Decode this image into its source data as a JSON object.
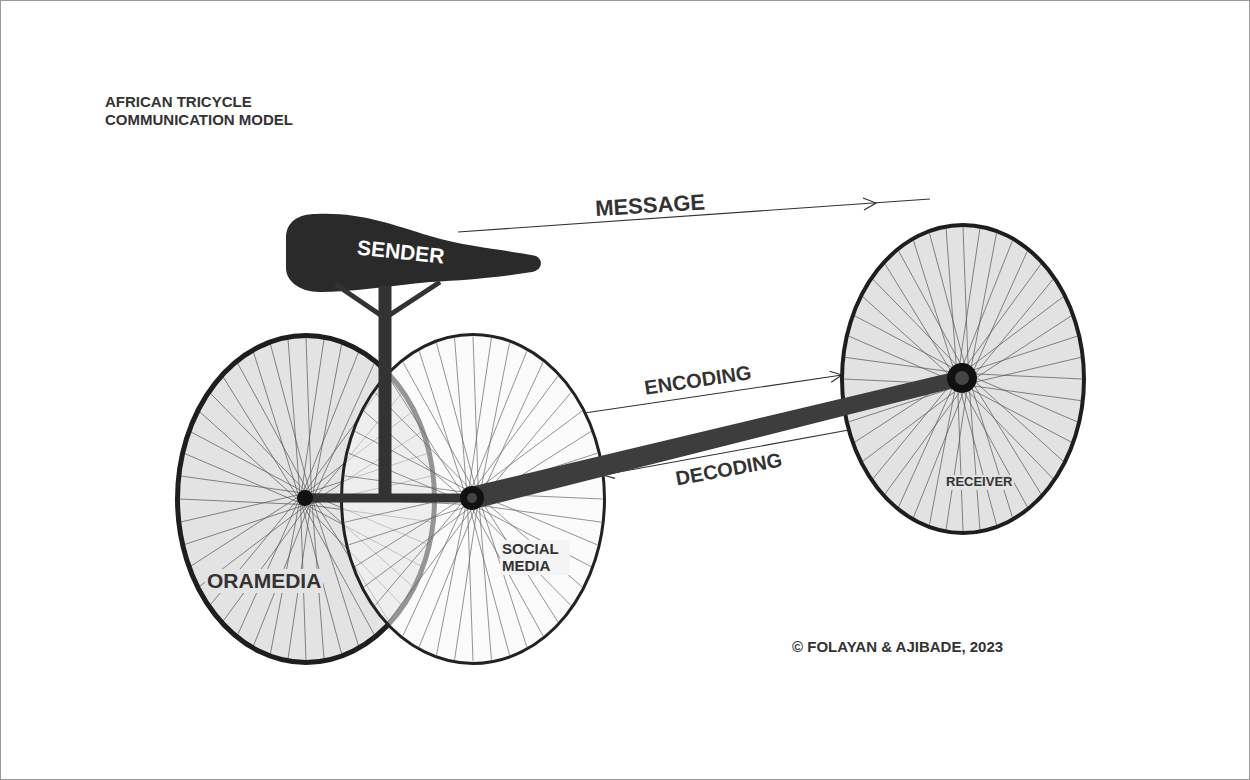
{
  "diagram": {
    "title": "AFRICAN TRICYCLE COMMUNICATION MODEL",
    "caption": "© FOLAYAN & AJIBADE, 2023",
    "nodes": [
      {
        "text": [
          "SENDER"
        ]
      },
      {
        "text": [
          "ORAMEDIA"
        ]
      },
      {
        "text": [
          "SOCIAL MEDIA"
        ]
      },
      {
        "text": [
          "RECEIVER"
        ]
      }
    ],
    "edges": [
      {
        "from": 2,
        "to": 3,
        "label": "ENCODING",
        "arrow": "to"
      },
      {
        "from": 3,
        "to": 2,
        "label": "DECODING",
        "arrow": "to"
      }
    ],
    "labels": [
      "MESSAGE"
    ]
  }
}
